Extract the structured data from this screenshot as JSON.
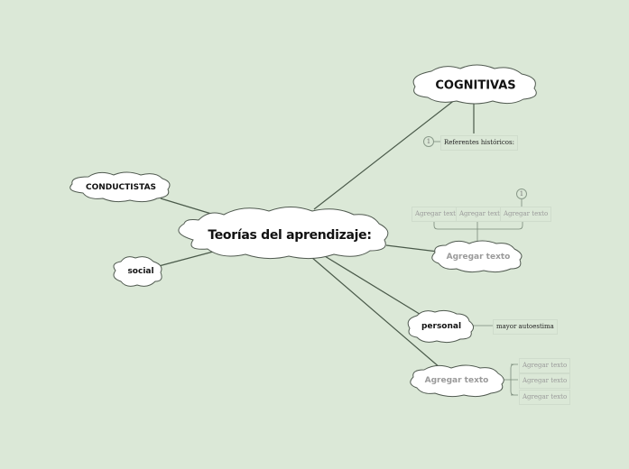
{
  "central": {
    "label": "Teorías del aprendizaje:"
  },
  "nodes": {
    "cognitivas": {
      "label": "COGNITIVAS"
    },
    "conductistas": {
      "label": "CONDUCTISTAS"
    },
    "social": {
      "label": "social"
    },
    "agregar_1": {
      "label": "Agregar texto"
    },
    "personal": {
      "label": "personal"
    },
    "agregar_2": {
      "label": "Agregar texto"
    }
  },
  "subtopics": {
    "referentes": {
      "label": "Referentes históricos:",
      "badge": "1"
    },
    "agregar_row": [
      "Agregar texto",
      "Agregar texto",
      "Agregar texto"
    ],
    "agregar_row_badge": "1",
    "autoestima": {
      "label": "mayor autoestima"
    },
    "agregar_col": [
      "Agregar texto",
      "Agregar texto",
      "Agregar texto"
    ]
  },
  "colors": {
    "background": "#dbe8d7",
    "line": "#4a5a4a",
    "cloud_fill": "#ffffff"
  }
}
